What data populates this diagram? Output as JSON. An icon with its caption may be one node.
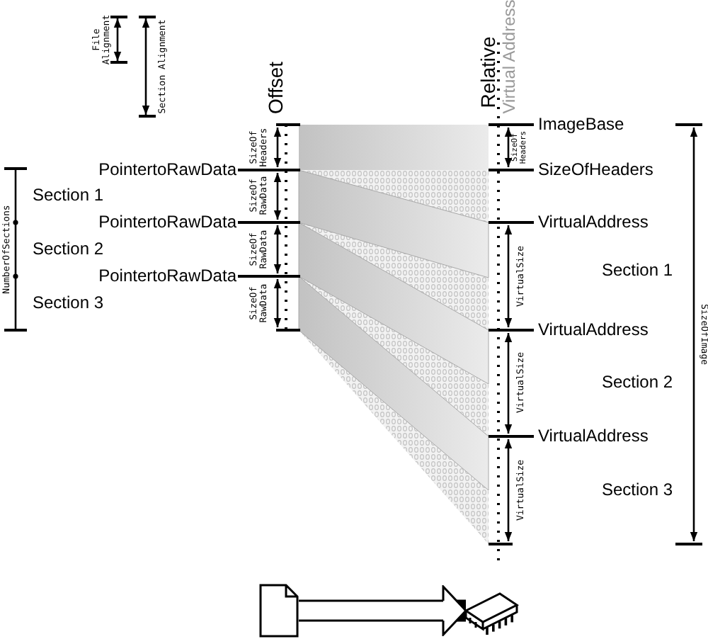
{
  "diagram": {
    "nodes": [
      {
        "text": [],
        "shape": "picture"
      },
      {
        "text": [],
        "shape": "picture"
      }
    ],
    "edges": [
      {
        "from": 0,
        "to": 1,
        "arrow": "to"
      }
    ],
    "labels": [
      "File Alignment",
      "Section Alignment",
      "Offset",
      "Relative",
      "Virtual Address",
      "SizeOf Headers",
      "ImageBase",
      "SizeOf Headers",
      "PointertoRawData",
      "SizeOfHeaders",
      "Section 1",
      "SizeOf RawData",
      "NumberOfSections",
      "PointertoRawData",
      "VirtualAddress",
      "Section 2",
      "SizeOf RawData",
      "VirtualSize",
      "Section 1",
      "PointertoRawData",
      "Section 3",
      "SizeOf RawData",
      "VirtualAddress",
      "VirtualSize",
      "Section 2",
      "VirtualAddress",
      "VirtualSize",
      "Section 3",
      "SizeOfImage"
    ]
  }
}
